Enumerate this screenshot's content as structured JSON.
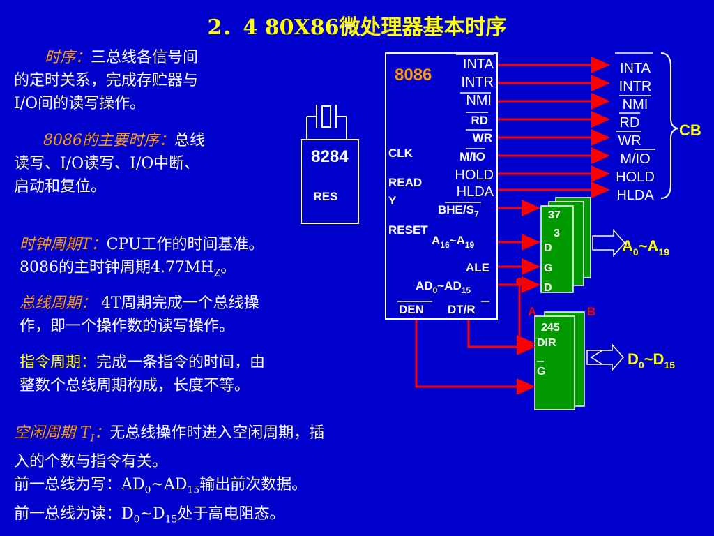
{
  "title": "2．4  80X86微处理器基本时序",
  "left": {
    "p1_head": "时序：",
    "p1_body1": "三总线各信号间",
    "p1_body2": "的定时关系，完成存贮器与",
    "p1_body3": "I/O间的读写操作。",
    "p2_head": "8086的主要时序：",
    "p2_body1": "总线",
    "p2_body2": "读写、I/O读写、I/O中断、",
    "p2_body3": "启动和复位。",
    "clock_head": "时钟周期T：",
    "clock_body1": "CPU工作的时间基准。",
    "clock_body2a": "8086的主时钟周期4.77MH",
    "clock_body2b": "Z",
    "clock_body2c": "。",
    "bus_head": "总线周期：",
    "bus_body1": "4T周期完成一个总线操",
    "bus_body2": "作，即一个操作数的读写操作。",
    "instr_head": "指令周期：",
    "instr_body1": "完成一条指令的时间，由",
    "instr_body2": "整数个总线周期构成，长度不等。",
    "idle_head": "空闲周期  T",
    "idle_head_sub": "I",
    "idle_head_end": "：",
    "idle_body1": "无总线操作时进入空闲周期，插",
    "idle_body2": "入的个数与指令有关。",
    "write_a": "前一总线为写：AD",
    "write_sub1": "0",
    "write_b": "~AD",
    "write_sub2": "15",
    "write_c": "输出前次数据。",
    "read_a": "前一总线为读：D",
    "read_sub1": "0",
    "read_b": "~D",
    "read_sub2": "15",
    "read_c": "处于高电阻态。"
  },
  "diagram": {
    "chip8086": "8086",
    "chip8284": "8284",
    "res": "RES",
    "clk": "CLK",
    "ready1": "READ",
    "ready2": "Y",
    "reset": "RESET",
    "pins": {
      "inta": "INTA",
      "intr": "INTR",
      "nmi": "NMI",
      "rd": "RD",
      "wr": "WR",
      "mio": "M/IO",
      "hold": "HOLD",
      "hlda": "HLDA",
      "bhe": "BHE/S",
      "bhe_sub": "7",
      "a16": "A",
      "a16_sub1": "16",
      "a16_tilde": "~A",
      "a16_sub2": "19",
      "ale": "ALE",
      "ad": "AD",
      "ad_sub1": "0",
      "ad_tilde": "~AD",
      "ad_sub2": "15",
      "den": "DEN",
      "dtr": "DT/R"
    },
    "cb_signals": [
      "INTA",
      "INTR",
      "NMI",
      "RD",
      "WR",
      "M/IO",
      "HOLD",
      "HLDA"
    ],
    "cb_label": "CB",
    "latch_num1": "37",
    "latch_num2": "3",
    "latch_d": "D",
    "latch_g": "G",
    "latch_d2": "D",
    "buf_num": "245",
    "buf_dir": "DIR",
    "buf_g": "G",
    "label_a": "A",
    "label_b": "B",
    "addr_bus": "A",
    "addr_sub1": "0",
    "addr_tilde": "~A",
    "addr_sub2": "19",
    "data_bus": "D",
    "data_sub1": "0",
    "data_tilde": "~D",
    "data_sub2": "15"
  },
  "colors": {
    "background": "#0000cc",
    "title": "#ffff00",
    "emphasis": "#ff9900",
    "wire": "#ff0000",
    "chip_green": "#009900"
  }
}
